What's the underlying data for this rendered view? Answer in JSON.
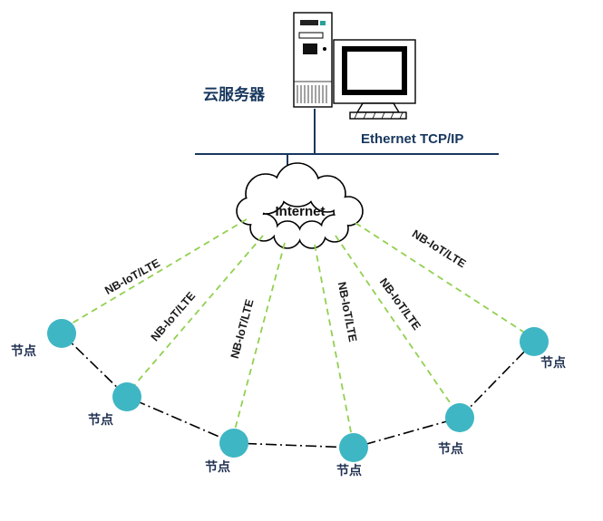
{
  "labels": {
    "cloud_server": "云服务器",
    "ethernet": "Ethernet TCP/IP",
    "internet": "Internet"
  },
  "links": [
    {
      "label": "NB-IoT/LTE"
    },
    {
      "label": "NB-IoT/LTE"
    },
    {
      "label": "NB-IoT/LTE"
    },
    {
      "label": "NB-IoT/LTE"
    },
    {
      "label": "NB-IoT/LTE"
    },
    {
      "label": "NB-IoT/LTE"
    }
  ],
  "nodes": [
    {
      "label": "节点"
    },
    {
      "label": "节点"
    },
    {
      "label": "节点"
    },
    {
      "label": "节点"
    },
    {
      "label": "节点"
    },
    {
      "label": "节点"
    }
  ],
  "colors": {
    "node_fill": "#3fb6c4",
    "link_dashed": "#92d050",
    "ethernet_line": "#17375e",
    "node_link_line": "#000000"
  }
}
